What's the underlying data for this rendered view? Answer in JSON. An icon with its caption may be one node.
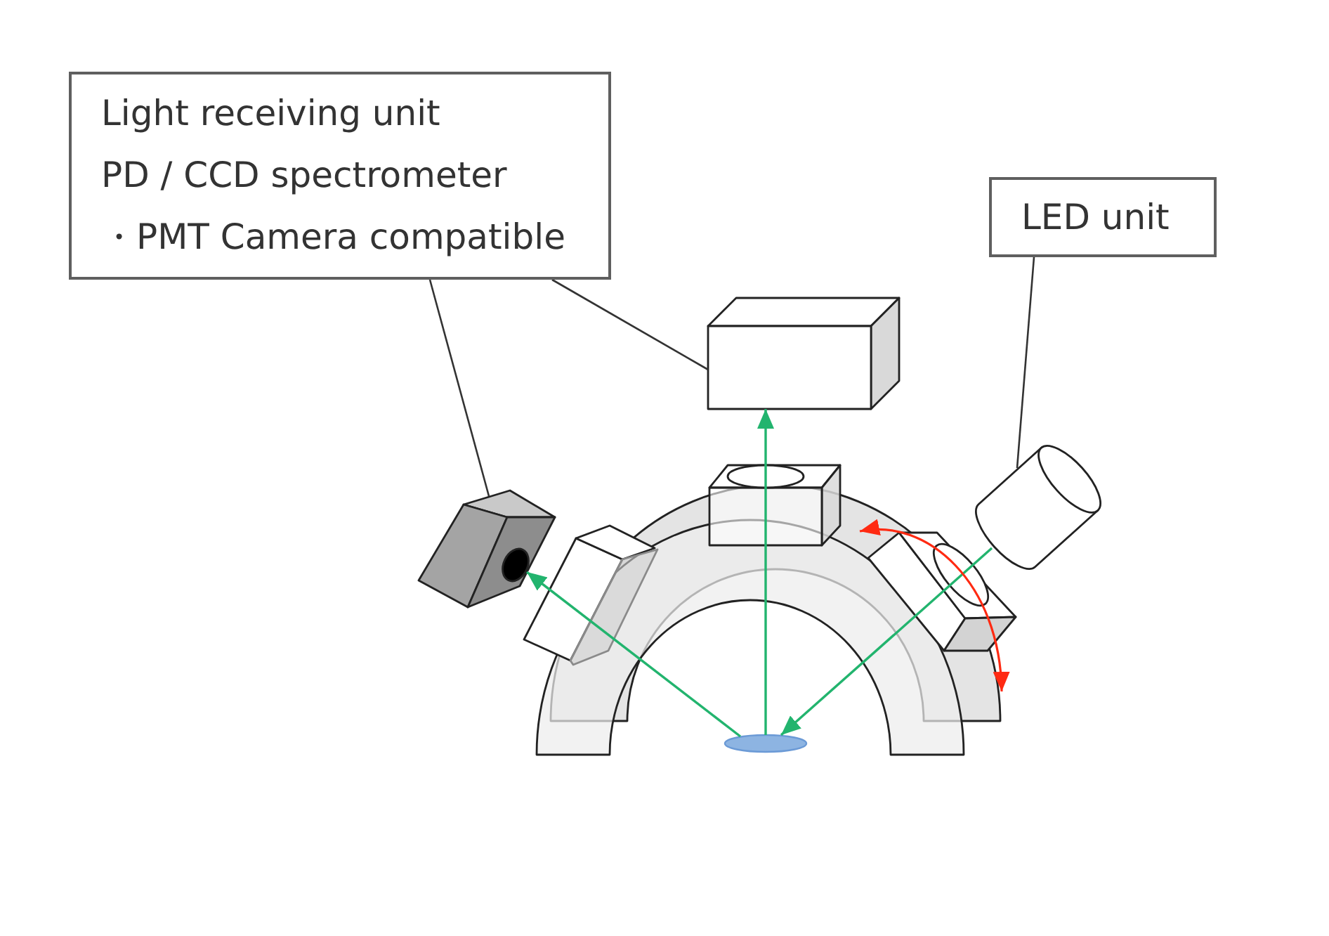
{
  "diagram": {
    "nodes": [
      {
        "text": [
          "Light receiving unit",
          "PD / CCD spectrometer",
          "・PMT Camera compatible"
        ]
      },
      {
        "text": [
          "LED unit"
        ]
      },
      {
        "text": [],
        "shape": "camera"
      },
      {
        "text": [],
        "shape": "box"
      },
      {
        "text": [],
        "shape": "cylinder"
      },
      {
        "text": [],
        "shape": "ellipse"
      }
    ],
    "edges": [
      {
        "from": 0,
        "to": 2,
        "arrow": "none"
      },
      {
        "from": 0,
        "to": 3,
        "arrow": "none"
      },
      {
        "from": 1,
        "to": 4,
        "arrow": "none"
      },
      {
        "from": 5,
        "to": 3,
        "arrow": "to",
        "color": "#22b46e"
      },
      {
        "from": 5,
        "to": 2,
        "arrow": "to",
        "color": "#22b46e"
      },
      {
        "from": 4,
        "to": 5,
        "arrow": "to",
        "color": "#22b46e"
      }
    ]
  }
}
